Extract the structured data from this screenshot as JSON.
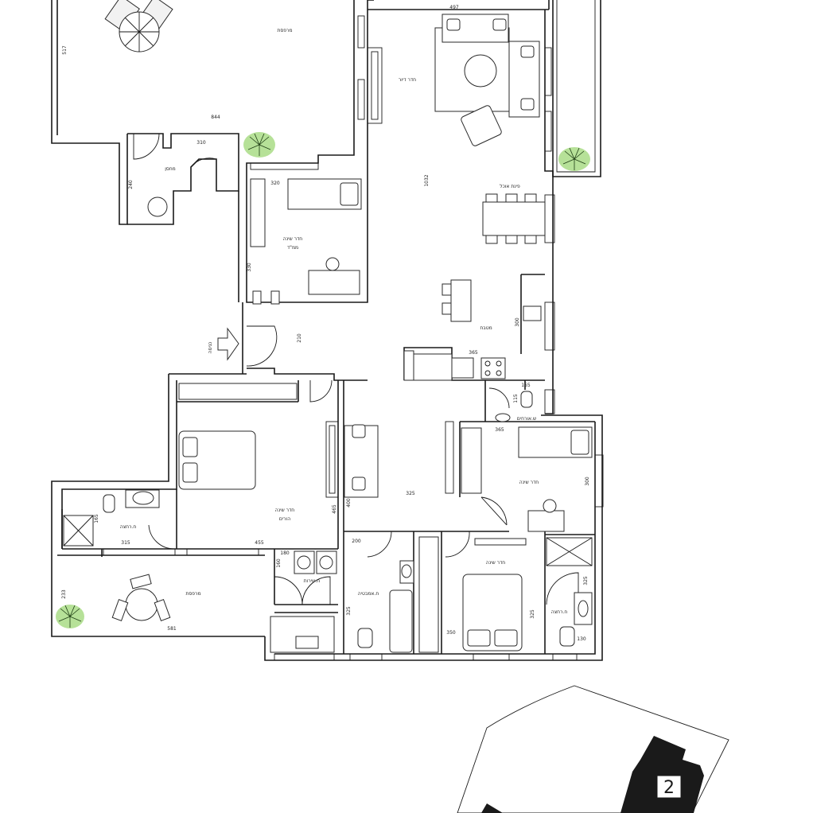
{
  "rooms": {
    "terrace_top": "מרפסת",
    "living": "חדר דיור",
    "storage": "מחסן",
    "dining": "פינת אוכל",
    "safe_room_line1": "חדר שינה",
    "safe_room_line2": "ממ\"ד",
    "kitchen": "מטבח",
    "entrance": "כניסה",
    "guest_wc": "ש.אורחים",
    "master_line1": "חדר שינה",
    "master_line2": "הורים",
    "bedroom_right": "חדר שינה",
    "shower_left": "ח.רחצה",
    "service": "ח.שירות",
    "bathroom": "ח.אמבטיה",
    "bedroom_bottom": "חדר שינה",
    "shower_right": "ח.רחצה",
    "terrace_bottom": "מרפסת"
  },
  "dimensions": {
    "d517": "517",
    "d844": "844",
    "d497": "497",
    "d310": "310",
    "d240": "240",
    "d320": "320",
    "d1032": "1032",
    "d330": "330",
    "d210": "210",
    "d300k": "300",
    "d365k": "365",
    "d155": "155",
    "d115": "115",
    "d365r": "365",
    "d300r": "300",
    "d325c": "325",
    "d465": "465",
    "d400": "400",
    "d165": "165",
    "d315": "315",
    "d455": "455",
    "d200": "200",
    "d180": "180",
    "d160": "160",
    "d325b": "325",
    "d350": "350",
    "d325d": "325",
    "d325e": "325",
    "d130": "130",
    "d233": "233",
    "d581": "581"
  },
  "site": {
    "building_number": "2"
  },
  "icons": [
    "entrance-arrow-icon",
    "plant-icon",
    "umbrella-icon",
    "compass-site-icon"
  ]
}
